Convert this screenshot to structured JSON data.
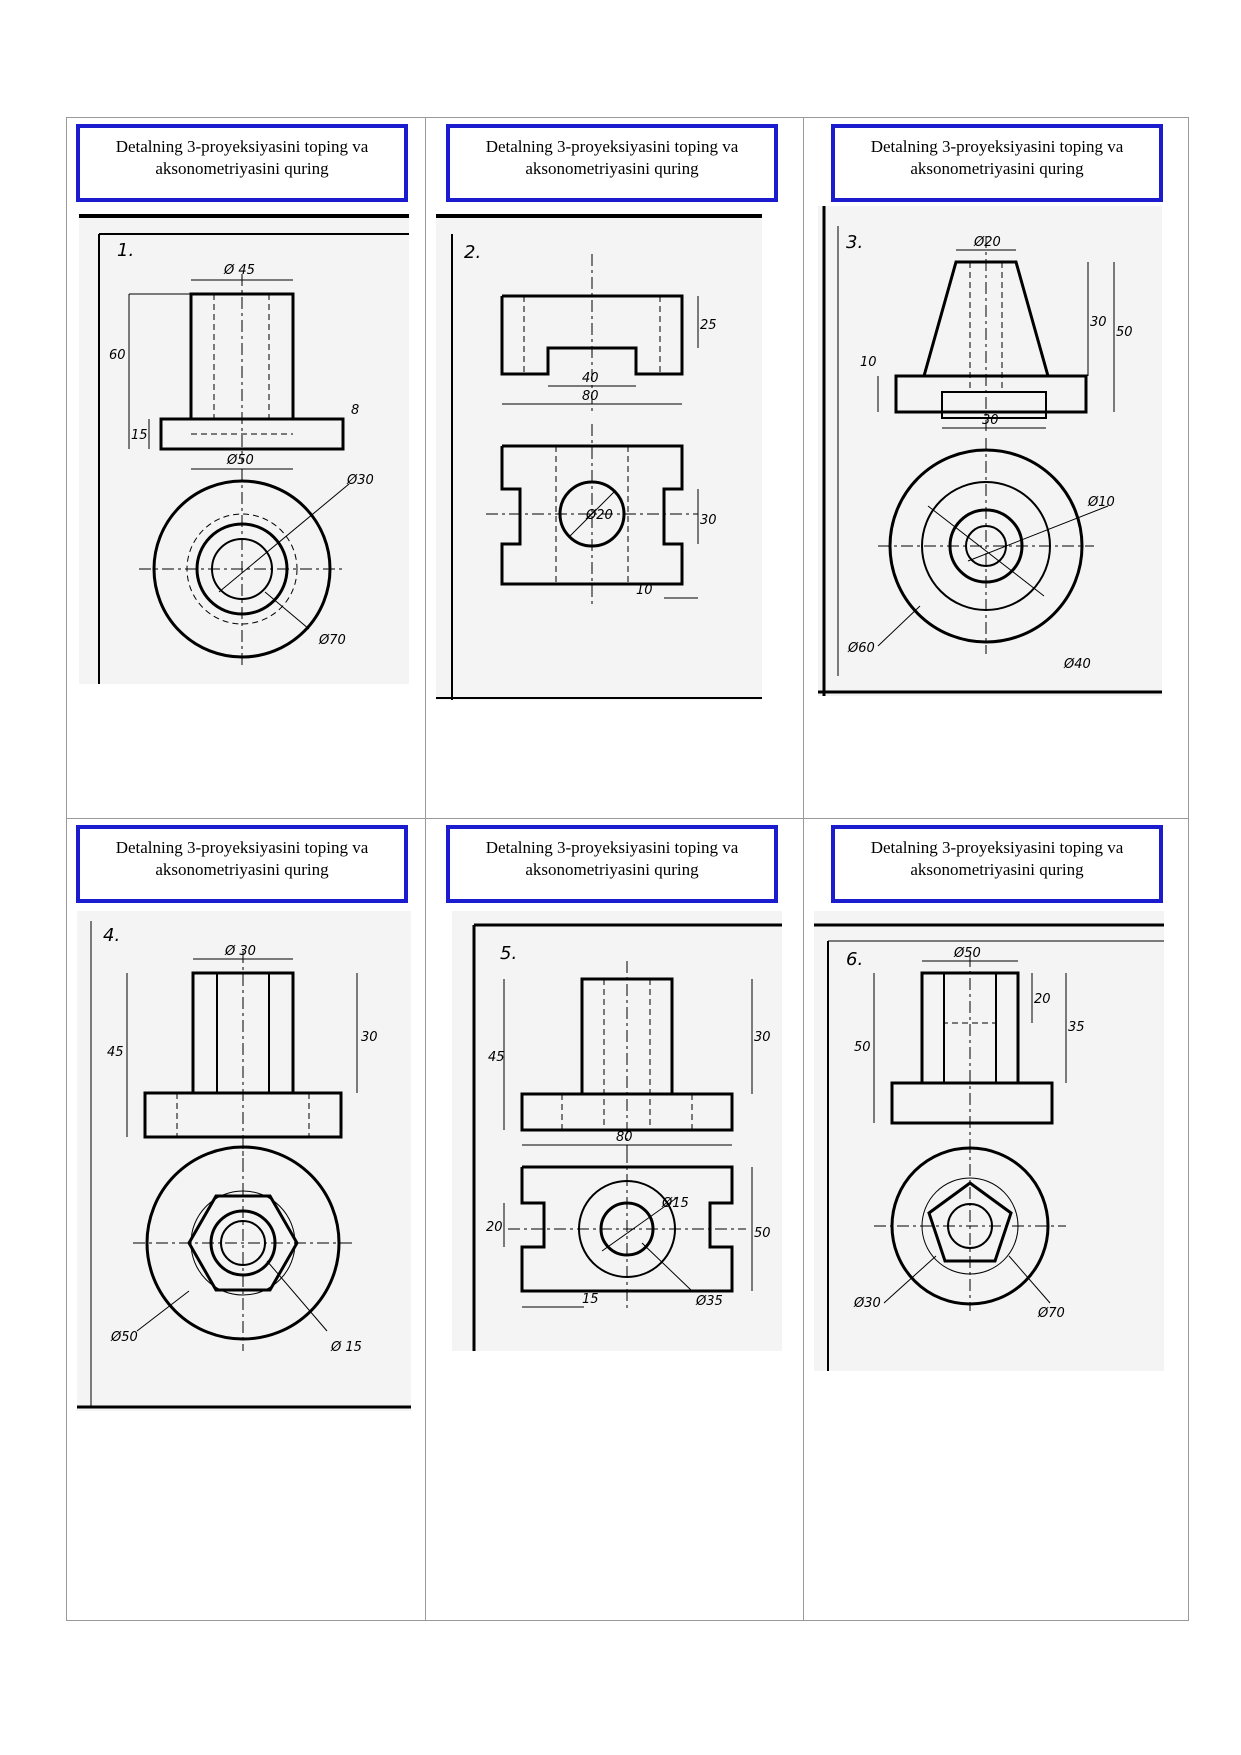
{
  "worksheet": {
    "task_text_line1": "Detalning 3-proyeksiyasini toping va",
    "task_text_line2": "aksonometriyasini quring",
    "accent_color": "#1c1ccf",
    "cells": [
      {
        "number": "1.",
        "dims": {
          "d1": "Ø 45",
          "d2": "60",
          "d3": "15",
          "d4": "8",
          "d5": "Ø50",
          "d6": "Ø30",
          "d7": "Ø70"
        }
      },
      {
        "number": "2.",
        "dims": {
          "d1": "25",
          "d2": "40",
          "d3": "80",
          "d4": "Ø20",
          "d5": "30",
          "d6": "10"
        }
      },
      {
        "number": "3.",
        "dims": {
          "d1": "Ø20",
          "d2": "30",
          "d3": "50",
          "d4": "10",
          "d5": "30",
          "d6": "Ø10",
          "d7": "Ø60",
          "d8": "Ø40"
        }
      },
      {
        "number": "4.",
        "dims": {
          "d1": "Ø 30",
          "d2": "45",
          "d3": "30",
          "d4": "Ø50",
          "d5": "Ø 15"
        }
      },
      {
        "number": "5.",
        "dims": {
          "d1": "45",
          "d2": "30",
          "d3": "80",
          "d4": "Ø15",
          "d5": "20",
          "d6": "50",
          "d7": "15",
          "d8": "Ø35"
        }
      },
      {
        "number": "6.",
        "dims": {
          "d1": "Ø50",
          "d2": "20",
          "d3": "50",
          "d4": "35",
          "d5": "Ø30",
          "d6": "Ø70"
        }
      }
    ]
  }
}
